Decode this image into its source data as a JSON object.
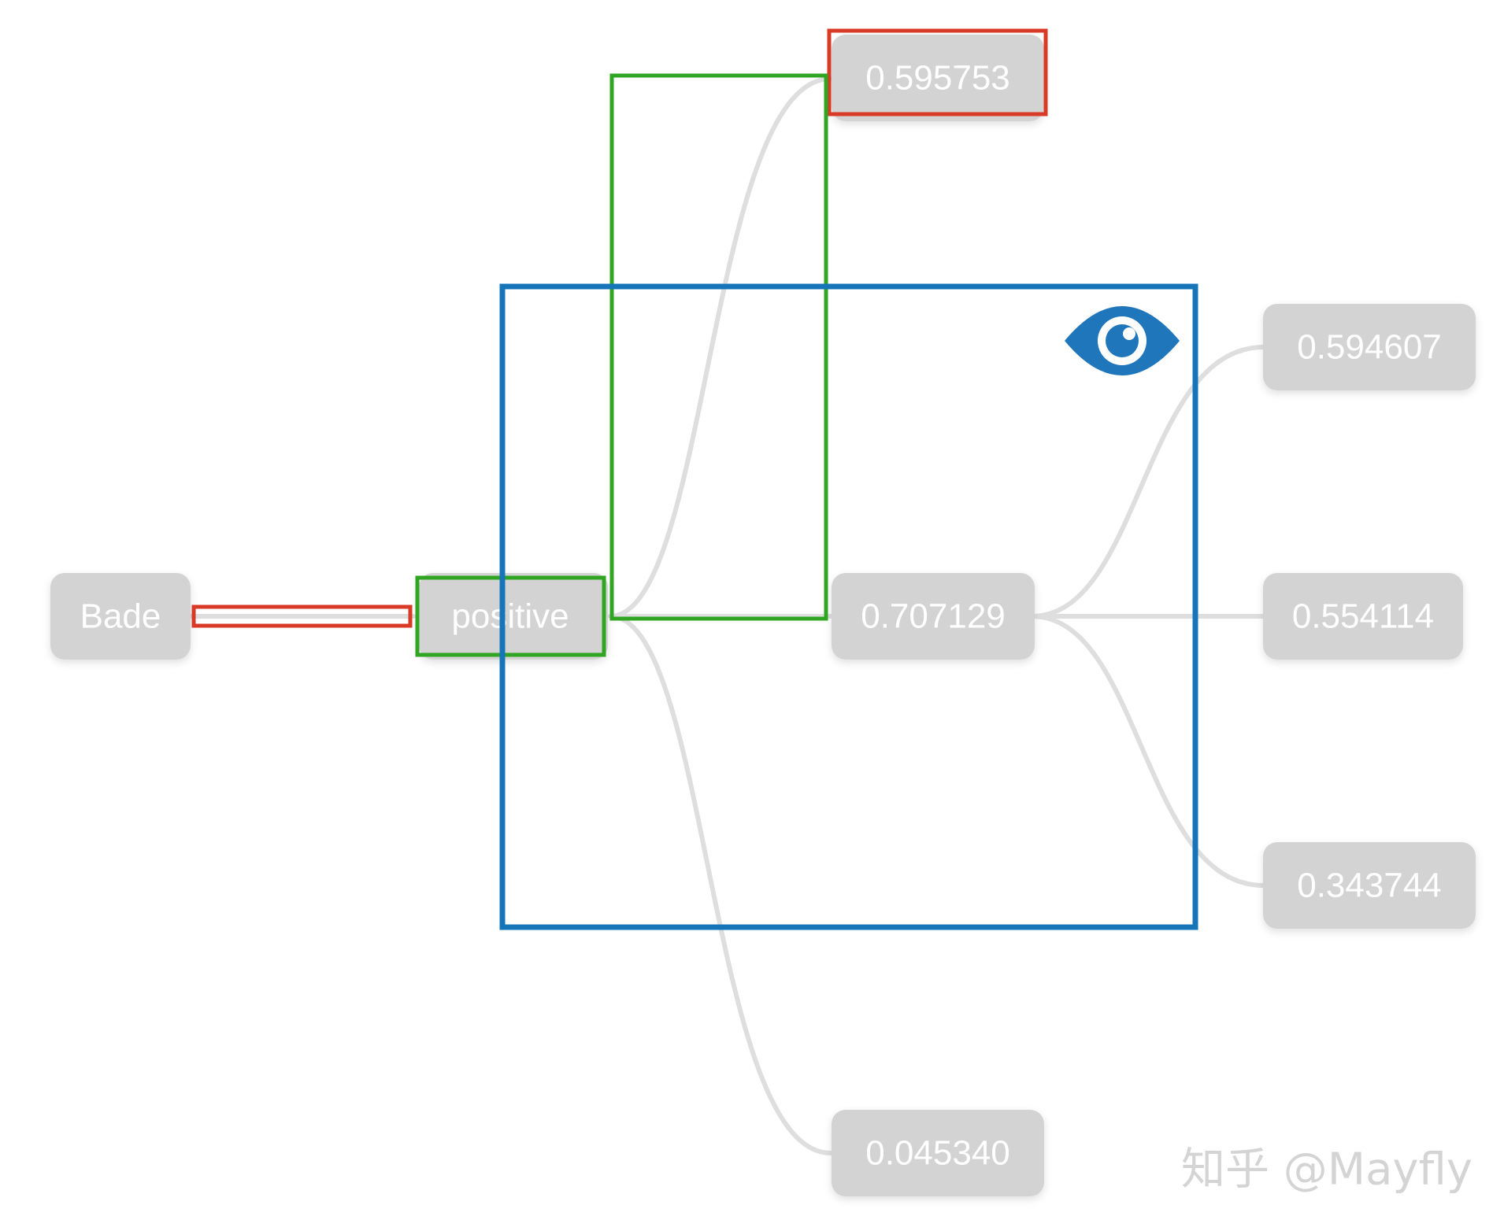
{
  "diagram": {
    "nodes": {
      "bade": "Bade",
      "positive": "positive",
      "n1": "0.595753",
      "n2": "0.707129",
      "n3": "0.045340",
      "n4": "0.594607",
      "n5": "0.554114",
      "n6": "0.343744"
    },
    "watermark": "知乎 @Mayfly"
  },
  "colors": {
    "node_fill": "#d3d3d3",
    "node_text": "#ffffff",
    "edge": "#dedede",
    "highlight_red": "#d93a26",
    "highlight_green": "#2fa521",
    "highlight_blue": "#1675b9",
    "eye_icon": "#1f76bb"
  },
  "icons": {
    "eye": "eye-icon"
  }
}
